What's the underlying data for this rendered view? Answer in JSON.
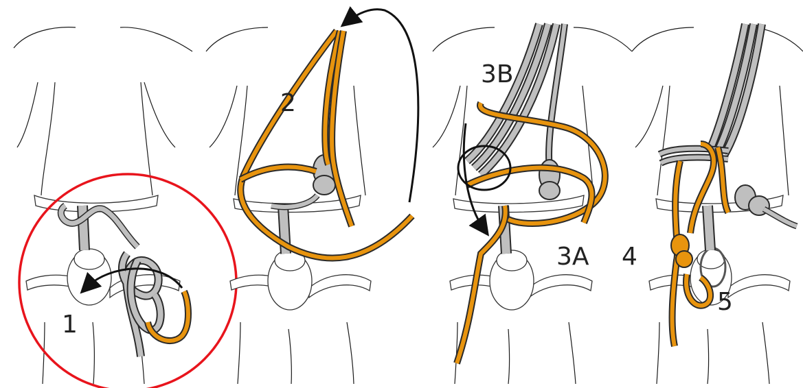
{
  "labels": {
    "step1": "1",
    "step2": "2",
    "step3a": "3A",
    "step3b": "3B",
    "step4": "4",
    "step5": "5"
  },
  "colors": {
    "rope_orange": "#E8940E",
    "rope_gray": "#BFBFBF",
    "rope_outline": "#2a2a2a",
    "highlight_circle": "#E8141C",
    "arrow": "#111111",
    "outline": "#1a1a1a"
  },
  "panels": [
    "panel-1",
    "panel-2",
    "panel-3",
    "panel-4"
  ]
}
